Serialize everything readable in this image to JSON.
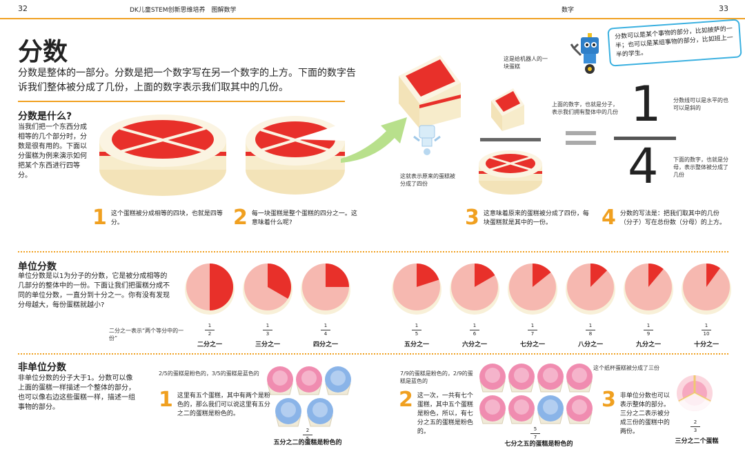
{
  "header": {
    "left_page": "32",
    "right_page": "33",
    "book_title": "DK儿童STEM创新思维培养　图解数学",
    "section": "数字"
  },
  "title": "分数",
  "intro": "分数是整体的一部分。分数是把一个数字写在另一个数字的上方。下面的数字告诉我们整体被分成了几份，上面的数字表示我们取其中的几份。",
  "robot_bubble": "分数可以是某个事物的部分，比如披萨的一半；也可以是某组事物的部分，比如班上一半的学生。",
  "what_is": {
    "heading": "分数是什么?",
    "text": "当我们把一个东西分成相等的几个部分时，分数是很有用的。下面以分蛋糕为例来演示如何把某个东西进行四等分。",
    "steps": [
      {
        "num": "1",
        "text": "这个蛋糕被分成相等的四块，也就是四等分。"
      },
      {
        "num": "2",
        "text": "每一块蛋糕是整个蛋糕的四分之一。这意味着什么呢?"
      },
      {
        "num": "3",
        "text": "这意味着原来的蛋糕被分成了四份，每块蛋糕就是其中的一份。"
      },
      {
        "num": "4",
        "text": "分数的写法是：把我们取其中的几份（分子）写在总份数（分母）的上方。"
      }
    ],
    "note_robot_piece": "这是给机器人的一块蛋糕",
    "note_original": "这就表示原来的蛋糕被分成了四份",
    "note_numerator": "上面的数字，也就是分子，表示我们拥有整体中的几份",
    "note_bar": "分数线可以是水平的也可以是斜的",
    "note_denominator": "下面的数字，也就是分母，表示整体被分成了几份",
    "numerator": "1",
    "denominator": "4"
  },
  "unit": {
    "heading": "单位分数",
    "text": "单位分数是以1为分子的分数，它是被分成相等的几部分的整体中的一份。下面让我们把蛋糕分成不同的单位分数，一直分到十分之一。你有没有发现分母越大，每份蛋糕就越小?",
    "note_half": "二分之一表示“两个等分中的一份”",
    "fractions": [
      {
        "num": "1",
        "den": "2",
        "label": "二分之一"
      },
      {
        "num": "1",
        "den": "3",
        "label": "三分之一"
      },
      {
        "num": "1",
        "den": "4",
        "label": "四分之一"
      },
      {
        "num": "1",
        "den": "5",
        "label": "五分之一"
      },
      {
        "num": "1",
        "den": "6",
        "label": "六分之一"
      },
      {
        "num": "1",
        "den": "7",
        "label": "七分之一"
      },
      {
        "num": "1",
        "den": "8",
        "label": "八分之一"
      },
      {
        "num": "1",
        "den": "9",
        "label": "九分之一"
      },
      {
        "num": "1",
        "den": "10",
        "label": "十分之一"
      }
    ]
  },
  "nonunit": {
    "heading": "非单位分数",
    "text": "非单位分数的分子大于1。分数可以像上面的蛋糕一样描述一个整体的部分，也可以像右边这些蛋糕一样，描述一组事物的部分。",
    "note1": "2/5的蛋糕是粉色的，3/5的蛋糕是蓝色的",
    "step1": {
      "num": "1",
      "text": "这里有五个蛋糕，其中有两个是粉色的，那么我们可以说这里有五分之二的蛋糕是粉色的。"
    },
    "frac1": {
      "num": "2",
      "den": "5"
    },
    "label1": "五分之二的蛋糕是粉色的",
    "note2": "7/9的蛋糕是粉色的，2/9的蛋糕是蓝色的",
    "step2": {
      "num": "2",
      "text": "这一次，一共有七个蛋糕，其中五个蛋糕是粉色，所以，有七分之五的蛋糕是粉色的。"
    },
    "frac2": {
      "num": "5",
      "den": "7"
    },
    "label2": "七分之五的蛋糕是粉色的",
    "note3": "这个纸杯蛋糕被分成了三份",
    "step3": {
      "num": "3",
      "text": "非单位分数也可以表示整体的部分。三分之二表示被分成三份的蛋糕中的两份。"
    },
    "frac3": {
      "num": "2",
      "den": "3"
    },
    "label3": "三分之二个蛋糕"
  },
  "colors": {
    "accent": "#f0a020",
    "cake_red": "#e8302a",
    "cake_pink": "#f6b8b0",
    "cream": "#f8f0d8",
    "cup_pink": "#f08cb0",
    "cup_blue": "#8ab4e8"
  }
}
